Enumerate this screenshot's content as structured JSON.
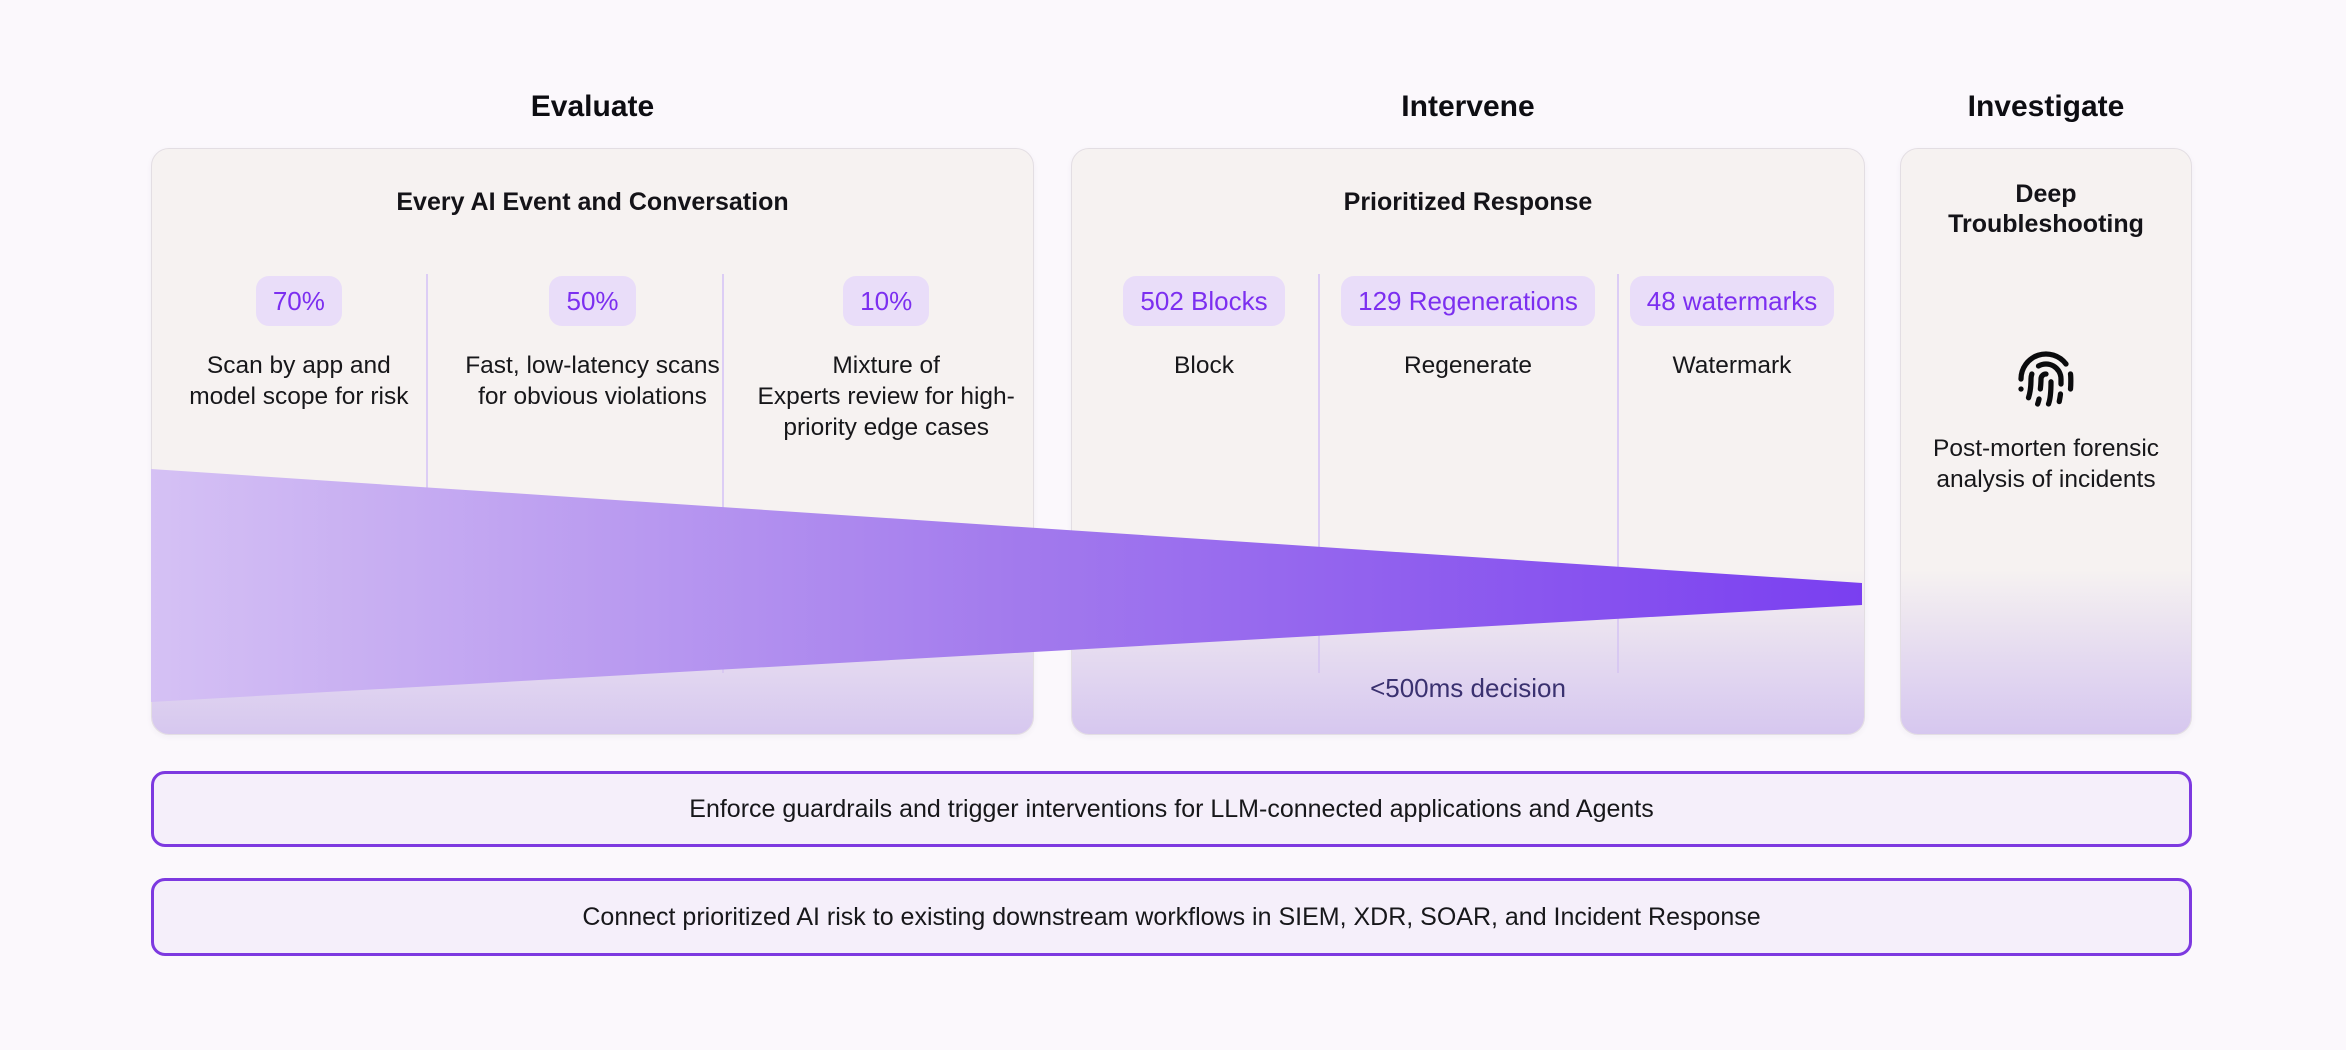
{
  "stages": {
    "evaluate": {
      "title": "Evaluate"
    },
    "intervene": {
      "title": "Intervene"
    },
    "investigate": {
      "title": "Investigate"
    }
  },
  "evaluate_panel": {
    "header": "Every AI Event and Conversation",
    "columns": [
      {
        "badge": "70%",
        "desc": "Scan by app and\nmodel scope for risk"
      },
      {
        "badge": "50%",
        "desc": "Fast, low-latency scans\nfor obvious violations"
      },
      {
        "badge": "10%",
        "desc": "Mixture of\nExperts review for high-\npriority edge cases"
      }
    ]
  },
  "intervene_panel": {
    "header": "Prioritized Response",
    "columns": [
      {
        "badge": "502 Blocks",
        "label": "Block"
      },
      {
        "badge": "129 Regenerations",
        "label": "Regenerate"
      },
      {
        "badge": "48 watermarks",
        "label": "Watermark"
      }
    ],
    "footnote": "<500ms decision"
  },
  "investigate_panel": {
    "header": "Deep\nTroubleshooting",
    "icon": "fingerprint-icon",
    "desc": "Post-morten forensic\nanalysis of incidents"
  },
  "banners": [
    {
      "text": "Enforce guardrails and trigger interventions for LLM-connected applications and Agents"
    },
    {
      "text": "Connect prioritized AI risk to existing downstream workflows in SIEM, XDR, SOAR, and Incident Response"
    }
  ],
  "colors": {
    "page_bg": "#fbf8fc",
    "panel_bg": "#f6f2f1",
    "badge_bg": "#e9ddf9",
    "badge_text": "#7c2ff0",
    "banner_border": "#7d39e0",
    "funnel_light": "#d5c1f4",
    "funnel_dark": "#7a3ff0",
    "footnote_text": "#3a3170"
  }
}
